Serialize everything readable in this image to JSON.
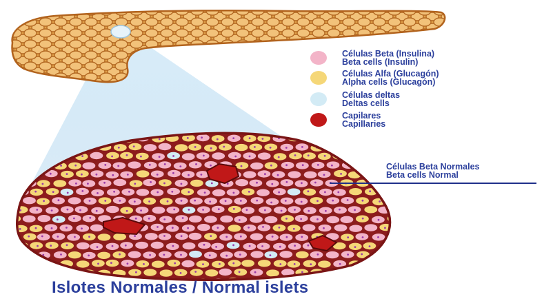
{
  "colors": {
    "pancreas_fill": "#e3a54e",
    "pancreas_outline": "#b2631d",
    "beta": "#f3b4c8",
    "alpha": "#f5d778",
    "delta": "#d3ebf5",
    "capillary": "#c01818",
    "cell_wall": "#8c1c1c",
    "nucleus": "#9a3aa8",
    "text": "#2b3f9c"
  },
  "legend": [
    {
      "name": "beta",
      "color": "#f3b4c8",
      "line1": "Células Beta (Insulina)",
      "line2": "Beta cells (Insulin)"
    },
    {
      "name": "alpha",
      "color": "#f5d778",
      "line1": "Células Alfa (Glucagón)",
      "line2": "Alpha cells (Glucagón)"
    },
    {
      "name": "delta",
      "color": "#d3ebf5",
      "line1": "Células deltas",
      "line2": "Deltas cells"
    },
    {
      "name": "capillary",
      "color": "#c01818",
      "line1": "Capilares",
      "line2": "Capillaries"
    }
  ],
  "callout": {
    "line1": "Células Beta Normales",
    "line2": "Beta cells Normal"
  },
  "caption": "Islotes Normales / Normal islets"
}
